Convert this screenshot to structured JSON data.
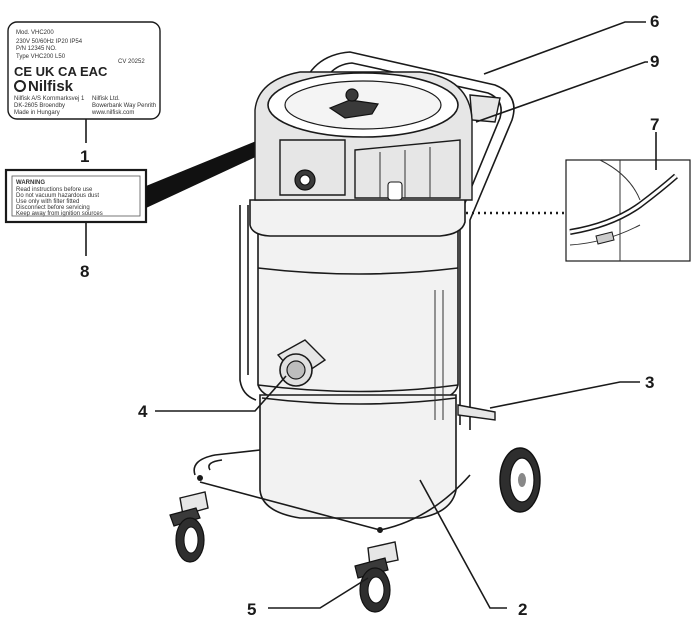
{
  "callouts": [
    {
      "number": "1",
      "part": "rating-plate"
    },
    {
      "number": "2",
      "part": "container"
    },
    {
      "number": "3",
      "part": "rear-wheel-pedal"
    },
    {
      "number": "4",
      "part": "inlet"
    },
    {
      "number": "5",
      "part": "front-castor"
    },
    {
      "number": "6",
      "part": "handle"
    },
    {
      "number": "7",
      "part": "clamp-detail"
    },
    {
      "number": "8",
      "part": "warning-label"
    },
    {
      "number": "9",
      "part": "handle-lock"
    }
  ],
  "rating_plate": {
    "model_line": "Mod. VHC200",
    "spec_line_1": "230V 50/60Hz IP20 IP54",
    "spec_line_2": "P/N 12345 NO.",
    "type_line": "Type VHC200 L50",
    "small_code": "CV 20252",
    "marks": "CE UK CA EAC",
    "brand": "Nilfisk",
    "footer_left_1": "Nilfisk A/S Kornmarksvej 1",
    "footer_left_2": "DK-2605 Broendby",
    "footer_left_3": "Made in Hungary",
    "footer_right_1": "Nilfisk Ltd.",
    "footer_right_2": "Bowerbank Way Penrith",
    "footer_right_3": "www.nilfisk.com"
  },
  "warning_label": {
    "heading": "WARNING",
    "lines": [
      "Read instructions before use",
      "Do not vacuum hazardous dust",
      "Use only with filter fitted",
      "Disconnect before servicing",
      "Keep away from ignition sources"
    ]
  },
  "colors": {
    "line": "#1a1a1a",
    "body": "#f2f2f2",
    "parts": "#e6e6e6"
  }
}
